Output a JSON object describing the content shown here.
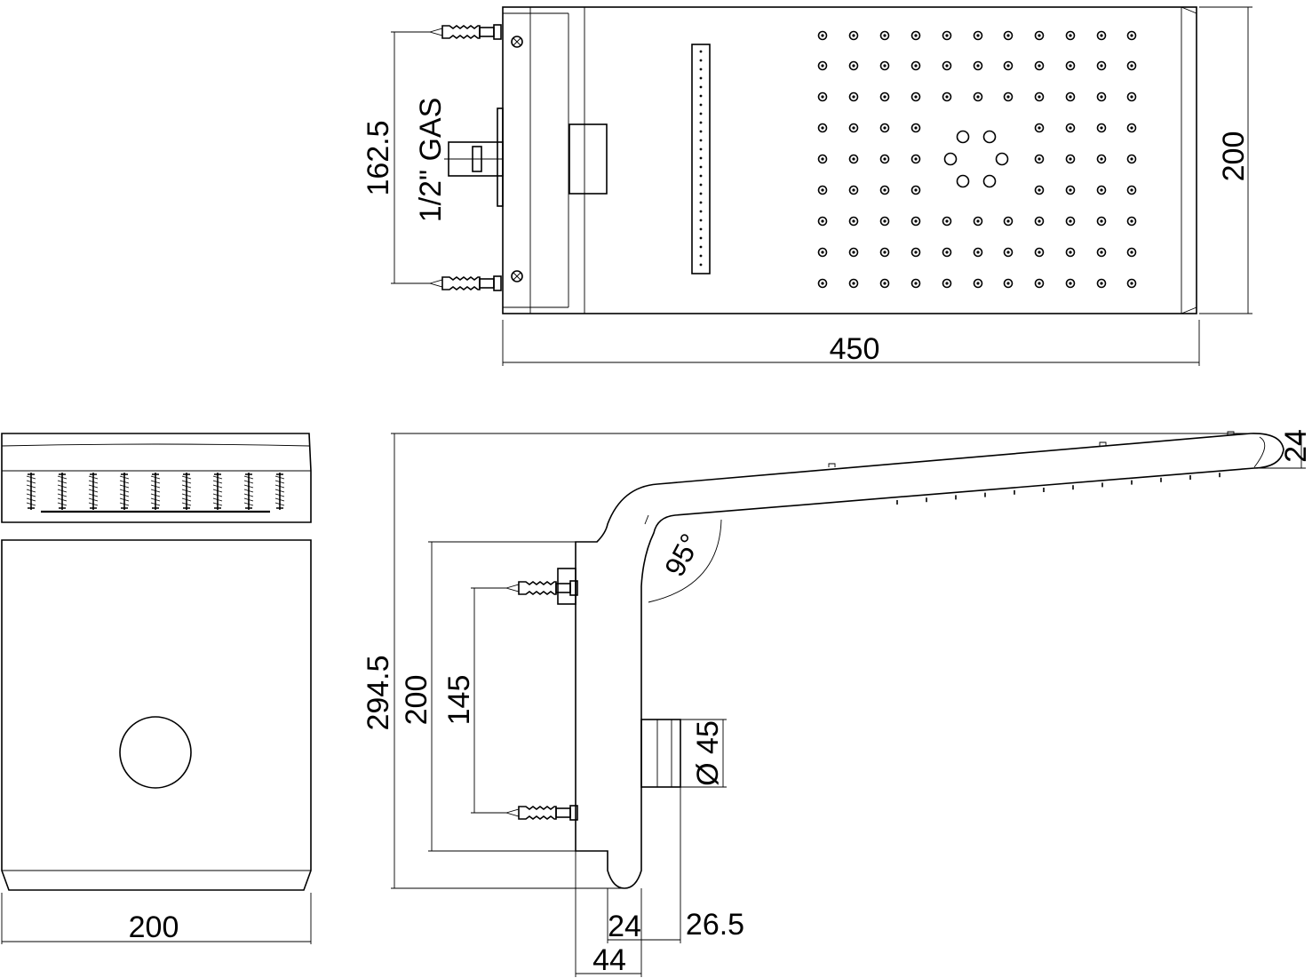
{
  "drawing": {
    "top_view": {
      "height_label": "200",
      "width_label": "450",
      "inlet_spacing_label": "162.5",
      "connection_label": "1/2\" GAS"
    },
    "front_view": {
      "width_label": "200"
    },
    "side_view": {
      "total_height_label": "294.5",
      "plate_height_label": "200",
      "anchor_spacing_label": "145",
      "angle_label": "95°",
      "head_thickness_label": "24",
      "knob_diameter_label": "Ø 45",
      "arm_thickness_label": "24",
      "knob_offset_label": "26.5",
      "depth_label": "44"
    }
  }
}
